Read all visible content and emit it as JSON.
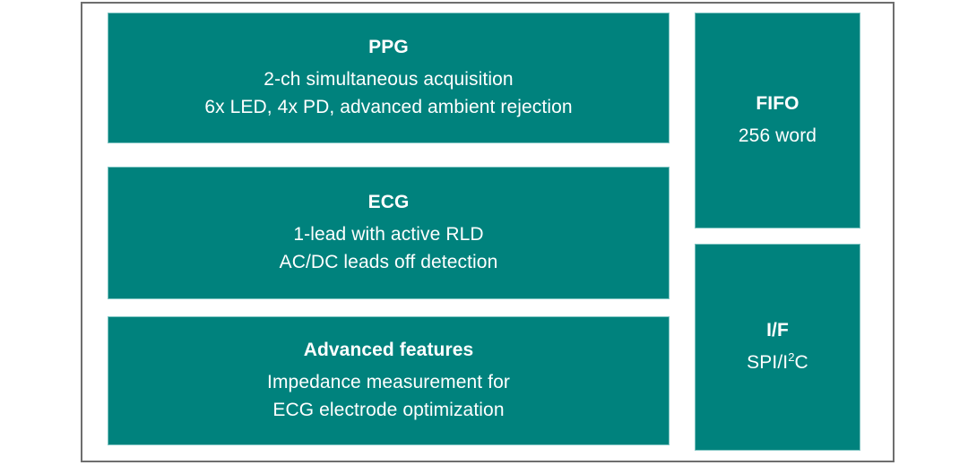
{
  "diagram": {
    "palette": {
      "block_fill": "#00827d",
      "block_edge": "#7fc5c3",
      "frame_border": "#6e6e6e",
      "text": "#ffffff",
      "background": "#ffffff"
    },
    "left_column": [
      {
        "id": "ppg",
        "title": "PPG",
        "lines": [
          "2-ch simultaneous acquisition",
          "6x LED, 4x PD, advanced ambient rejection"
        ]
      },
      {
        "id": "ecg",
        "title": "ECG",
        "lines": [
          "1-lead with active RLD",
          "AC/DC leads off detection"
        ]
      },
      {
        "id": "advanced-features",
        "title": "Advanced features",
        "lines": [
          "Impedance measurement for",
          "ECG electrode optimization"
        ]
      }
    ],
    "right_column": [
      {
        "id": "fifo",
        "title": "FIFO",
        "lines": [
          "256 word"
        ]
      },
      {
        "id": "interface",
        "title": "I/F",
        "lines_html": [
          "SPI/I<sup>2</sup>C"
        ],
        "lines": [
          "SPI/I2C"
        ]
      }
    ]
  }
}
